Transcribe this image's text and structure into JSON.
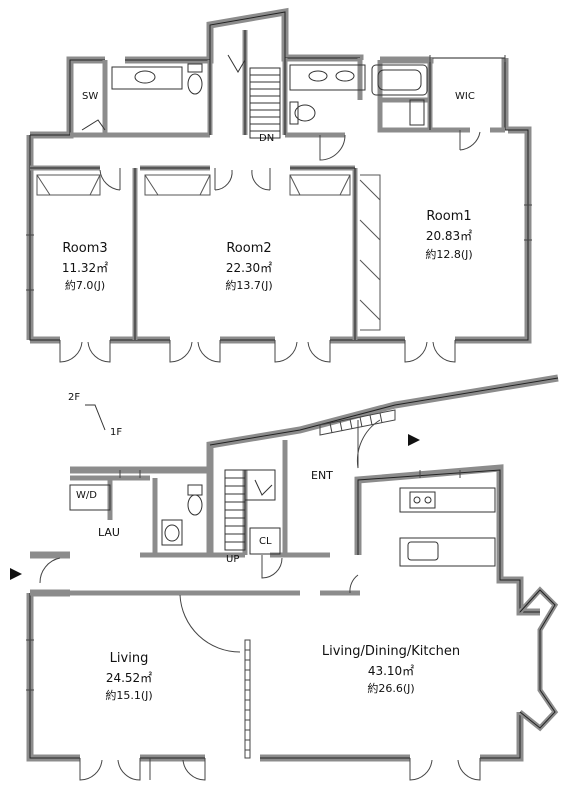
{
  "floor2": {
    "sw": "SW",
    "wic": "WIC",
    "dn": "DN",
    "room1": {
      "name": "Room1",
      "area": "20.83㎡",
      "jo": "約12.8(J)"
    },
    "room2": {
      "name": "Room2",
      "area": "22.30㎡",
      "jo": "約13.7(J)"
    },
    "room3": {
      "name": "Room3",
      "area": "11.32㎡",
      "jo": "約7.0(J)"
    }
  },
  "floor_markers": {
    "upper": "2F",
    "lower": "1F"
  },
  "floor1": {
    "wd": "W/D",
    "lau": "LAU",
    "cl": "CL",
    "up": "UP",
    "ent": "ENT",
    "living": {
      "name": "Living",
      "area": "24.52㎡",
      "jo": "約15.1(J)"
    },
    "ldk": {
      "name": "Living/Dining/Kitchen",
      "area": "43.10㎡",
      "jo": "約26.6(J)"
    }
  },
  "colors": {
    "wall": "#8c8c8c",
    "line": "#222222"
  }
}
